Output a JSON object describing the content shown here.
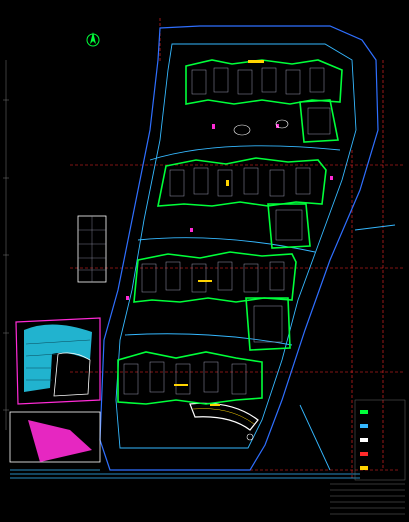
{
  "drawing": {
    "background": "#000000",
    "colors": {
      "boundary": "#2f6fff",
      "road": "#35b8ff",
      "building": "#00ff3a",
      "unit": "#9a9ab0",
      "dimension": "#ff2a2a",
      "accent": "#ffd400",
      "magenta": "#ff2bd6",
      "plaza": "#25c7e6",
      "text": "#e8e8e8"
    }
  },
  "north_arrow": {
    "icon": "north-arrow-icon"
  },
  "legend": {
    "swatches": [
      {
        "name": "building-swatch",
        "color": "#00ff3a"
      },
      {
        "name": "road-swatch",
        "color": "#35b8ff"
      },
      {
        "name": "plaza-swatch",
        "color": "#ffffff"
      },
      {
        "name": "dimension-swatch",
        "color": "#ff2a2a"
      },
      {
        "name": "accent-swatch",
        "color": "#ffd400"
      }
    ]
  }
}
